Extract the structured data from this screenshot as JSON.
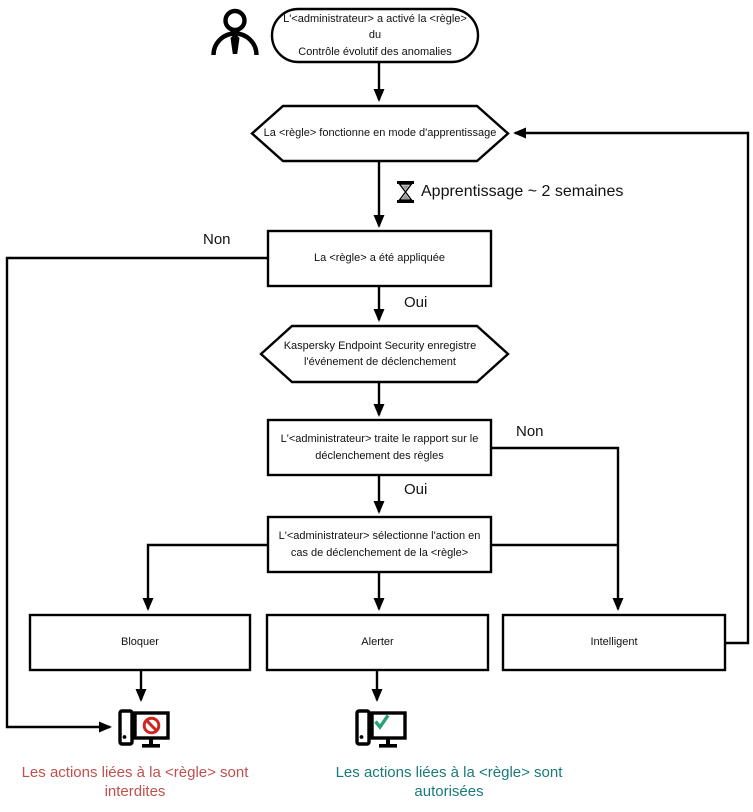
{
  "flowchart": {
    "nodes": {
      "start": {
        "line1": "L'<administrateur> a activé la <règle> du",
        "line2": "Contrôle évolutif des anomalies"
      },
      "learning_mode": {
        "line1": "La <règle> fonctionne en mode d'apprentissage"
      },
      "rule_applied": {
        "line1": "La <règle> a été appliquée"
      },
      "kes_records": {
        "line1": "Kaspersky Endpoint Security enregistre",
        "line2": "l'événement de déclenchement"
      },
      "admin_report": {
        "line1": "L'<administrateur> traite le rapport sur le",
        "line2": "déclenchement des règles"
      },
      "admin_action": {
        "line1": "L'<administrateur> sélectionne l'action en",
        "line2": "cas de déclenchement de la <règle>"
      },
      "block": {
        "label": "Bloquer"
      },
      "alert": {
        "label": "Alerter"
      },
      "smart": {
        "label": "Intelligent"
      }
    },
    "edge_labels": {
      "rule_applied_no": "Non",
      "rule_applied_yes": "Oui",
      "admin_report_no": "Non",
      "admin_report_yes": "Oui"
    },
    "annotations": {
      "learning_duration": "Apprentissage ~ 2 semaines"
    },
    "outcomes": {
      "blocked": {
        "line1": "Les actions liées à la <règle> sont",
        "line2": "interdites"
      },
      "allowed": {
        "line1": "Les actions liées à la <règle> sont",
        "line2": "autorisées"
      }
    },
    "icons": {
      "admin": "admin-person-icon",
      "hourglass": "hourglass-icon",
      "blocked_computer": "computer-prohibition-icon",
      "allowed_computer": "computer-checkmark-icon"
    },
    "colors": {
      "line": "#000000",
      "blocked_text": "#c0504d",
      "allowed_text": "#1a7a78",
      "prohibition_red": "#d02621",
      "checkmark_green": "#2aa279"
    }
  }
}
